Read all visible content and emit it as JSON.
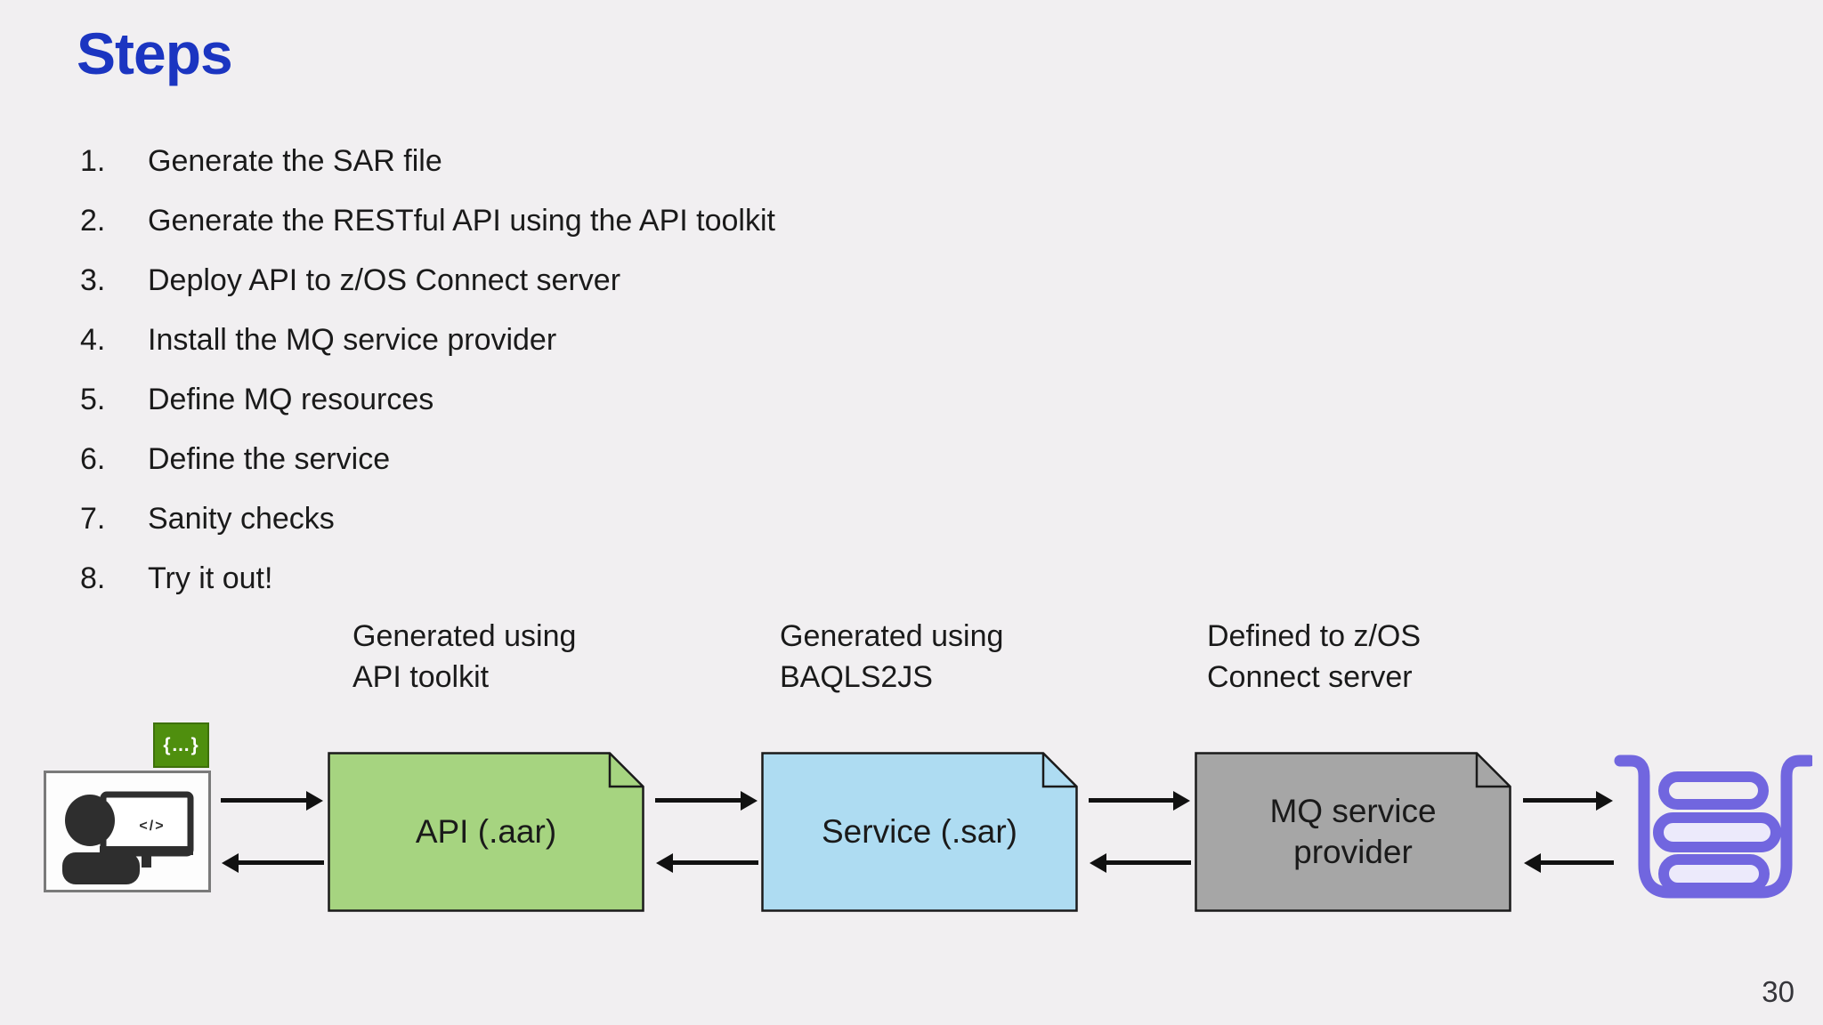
{
  "slide": {
    "title": "Steps",
    "page_number": "30",
    "colors": {
      "title_blue": "#1b35c1",
      "background": "#f1eff1",
      "text": "#1a1a1a",
      "api_green": "#a6d480",
      "service_blue": "#aedcf2",
      "provider_gray": "#a6a6a6",
      "badge_green": "#4f8f0e",
      "queue_purple": "#7166df",
      "icon_dark": "#2e2e2e",
      "box_border": "#1a1a1a"
    }
  },
  "steps": [
    {
      "num": "1.",
      "text": "Generate the SAR file"
    },
    {
      "num": "2.",
      "text": "Generate the RESTful API using the API toolkit"
    },
    {
      "num": "3.",
      "text": "Deploy API to z/OS Connect server"
    },
    {
      "num": "4.",
      "text": "Install the MQ service provider"
    },
    {
      "num": "5.",
      "text": "Define MQ resources"
    },
    {
      "num": "6.",
      "text": "Define the service"
    },
    {
      "num": "7.",
      "text": "Sanity checks"
    },
    {
      "num": "8.",
      "text": "Try it out!"
    }
  ],
  "diagram": {
    "annotations": [
      {
        "line1": "Generated using",
        "line2": "API toolkit"
      },
      {
        "line1": "Generated using",
        "line2": "BAQLS2JS"
      },
      {
        "line1": "Defined to z/OS",
        "line2": "Connect server"
      }
    ],
    "nodes": [
      {
        "label": "API (.aar)"
      },
      {
        "label": "Service (.sar)"
      },
      {
        "label": "MQ service provider"
      }
    ],
    "icons": {
      "code_badge_text": "{…}",
      "monitor_code_text": "</>"
    }
  }
}
